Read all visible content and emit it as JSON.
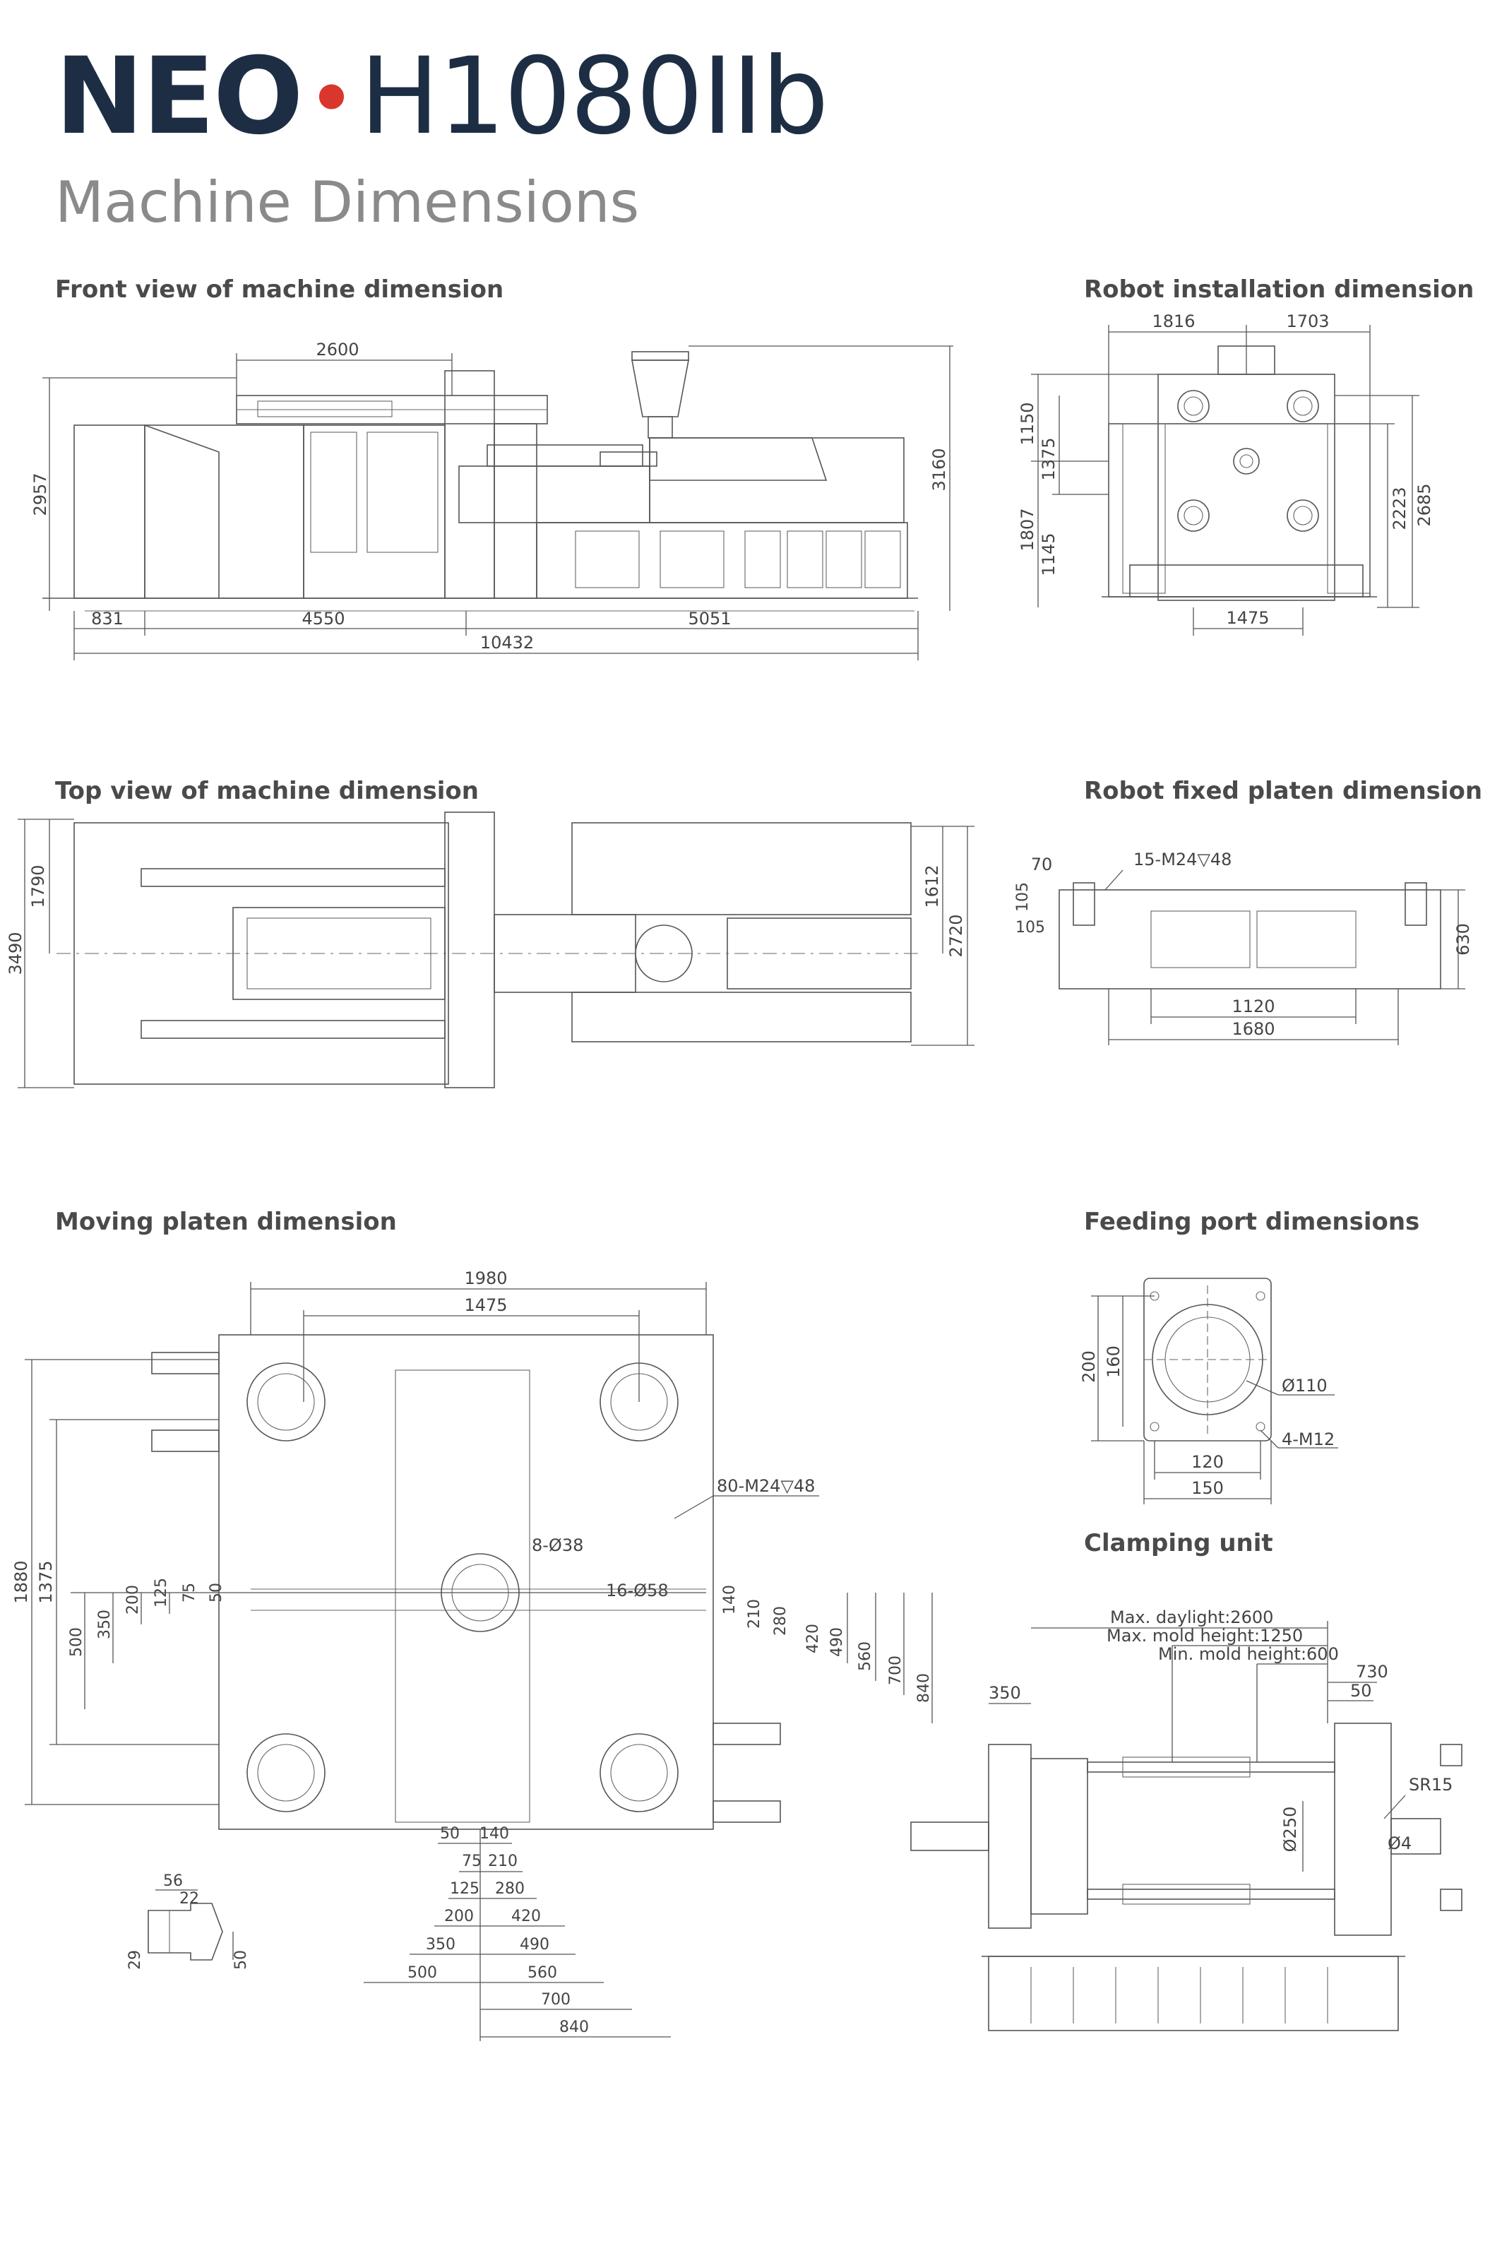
{
  "header": {
    "brand": "NEO",
    "dot": "•",
    "model": "H1080IIb",
    "subtitle": "Machine Dimensions"
  },
  "sections": {
    "front": "Front view of machine dimension",
    "robot_install": "Robot installation dimension",
    "top": "Top view of machine dimension",
    "robot_fixed": "Robot fixed platen dimension",
    "moving": "Moving platen dimension",
    "feeding": "Feeding port dimensions",
    "clamping": "Clamping unit"
  },
  "front_dims": {
    "d2600": "2600",
    "d2957": "2957",
    "d3160": "3160",
    "d831": "831",
    "d4550": "4550",
    "d5051": "5051",
    "d10432": "10432"
  },
  "robot_install_dims": {
    "d1816": "1816",
    "d1703": "1703",
    "d1150": "1150",
    "d1375": "1375",
    "d1807": "1807",
    "d1145": "1145",
    "d2223": "2223",
    "d2685": "2685",
    "d1475": "1475"
  },
  "top_dims": {
    "d1790": "1790",
    "d3490": "3490",
    "d1612": "1612",
    "d2720": "2720"
  },
  "robot_fixed_dims": {
    "d70": "70",
    "thread": "15-M24▽48",
    "d105a": "105",
    "d105b": "105",
    "d630": "630",
    "d1120": "1120",
    "d1680": "1680"
  },
  "moving_dims": {
    "d1980": "1980",
    "d1475": "1475",
    "thread80": "80-M24▽48",
    "hole8": "8-Ø38",
    "hole16": "16-Ø58",
    "d1880": "1880",
    "d1375": "1375",
    "v500": "500",
    "v350": "350",
    "v200": "200",
    "v125": "125",
    "v75": "75",
    "v50": "50",
    "r140": "140",
    "r210": "210",
    "r280": "280",
    "r420": "420",
    "r490": "490",
    "r560": "560",
    "r700": "700",
    "r840": "840",
    "b50": "50",
    "b140": "140",
    "b75": "75",
    "b210": "210",
    "b125": "125",
    "b280": "280",
    "b200": "200",
    "b420": "420",
    "b350": "350",
    "b490": "490",
    "b500": "500",
    "b560": "560",
    "b700": "700",
    "b840": "840",
    "s56": "56",
    "s22": "22",
    "s29": "29",
    "s50": "50"
  },
  "feeding_dims": {
    "d200": "200",
    "d160": "160",
    "dia110": "Ø110",
    "m12": "4-M12",
    "d120": "120",
    "d150": "150"
  },
  "clamping_dims": {
    "daylight": "Max. daylight:2600",
    "max_mold": "Max. mold height:1250",
    "min_mold": "Min. mold height:600",
    "d730": "730",
    "d50": "50",
    "d350": "350",
    "sr15": "SR15",
    "dia250": "Ø250",
    "dia4": "Ø4"
  },
  "colors": {
    "title": "#1d2e44",
    "accent": "#d9372b",
    "subtitle": "#8a8a8a",
    "heading": "#4a4a4a",
    "line": "#555555"
  }
}
